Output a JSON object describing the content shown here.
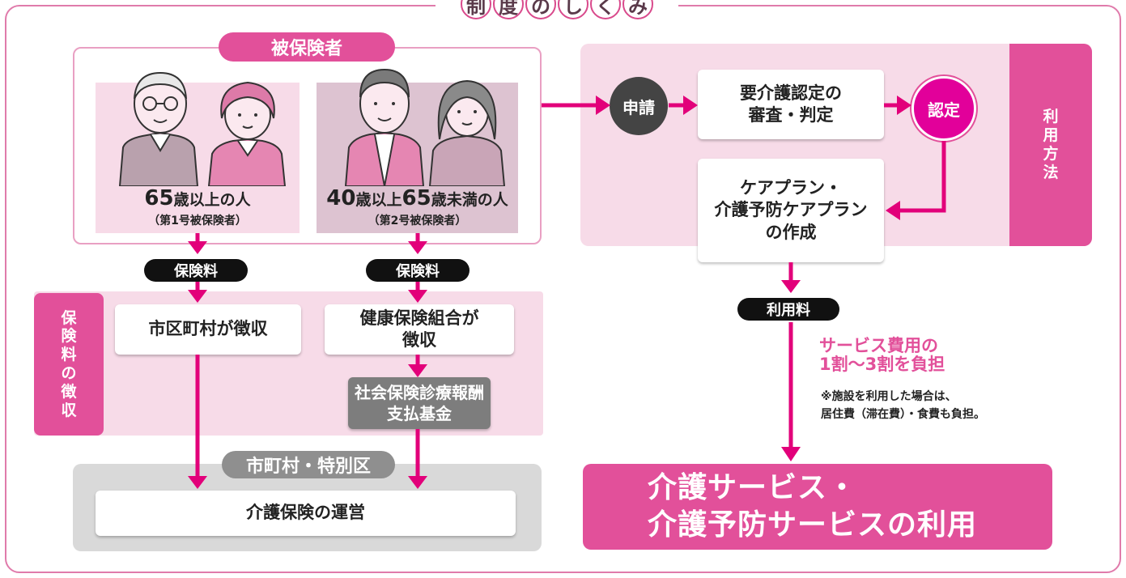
{
  "title_chars": [
    "制",
    "度",
    "の",
    "し",
    "く",
    "み"
  ],
  "insured": {
    "header": "被保険者",
    "group1": {
      "age_main_num": "65",
      "age_main_rest": "歳以上の人",
      "sub": "（第1号被保険者）"
    },
    "group2": {
      "age_a": "40",
      "age_b": "歳以上",
      "age_c": "65",
      "age_d": "歳未満の人",
      "sub": "（第2号被保険者）"
    }
  },
  "premium_label_left": "保険料",
  "premium_label_right": "保険料",
  "collection": {
    "side_label": [
      "保",
      "険",
      "料",
      "の",
      "徴",
      "収"
    ],
    "municipality": "市区町村が徴収",
    "health_insurance_line1": "健康保険組合が",
    "health_insurance_line2": "徴収",
    "fund_line1": "社会保険診療報酬",
    "fund_line2": "支払基金"
  },
  "operator": {
    "header": "市町村・特別区",
    "box": "介護保険の運営"
  },
  "usage": {
    "side_label": [
      "利",
      "用",
      "方",
      "法"
    ],
    "apply": "申請",
    "review_line1": "要介護認定の",
    "review_line2": "審査・判定",
    "certify": "認定",
    "plan_line1": "ケアプラン・",
    "plan_line2": "介護予防ケアプラン",
    "plan_line3": "の作成"
  },
  "fee": {
    "label": "利用料",
    "burden_line1": "サービス費用の",
    "burden_line2": "1割〜3割を負担",
    "note_line1": "※施設を利用した場合は、",
    "note_line2": "居住費（滞在費）・食費も負担。"
  },
  "service": {
    "line1": "介護サービス・",
    "line2": "介護予防サービスの利用"
  },
  "colors": {
    "accent": "#e2509a",
    "border": "#e07bab",
    "light_pink": "#f7dbe8",
    "mauve": "#ddc3d1",
    "gray": "#8f8f8f"
  }
}
